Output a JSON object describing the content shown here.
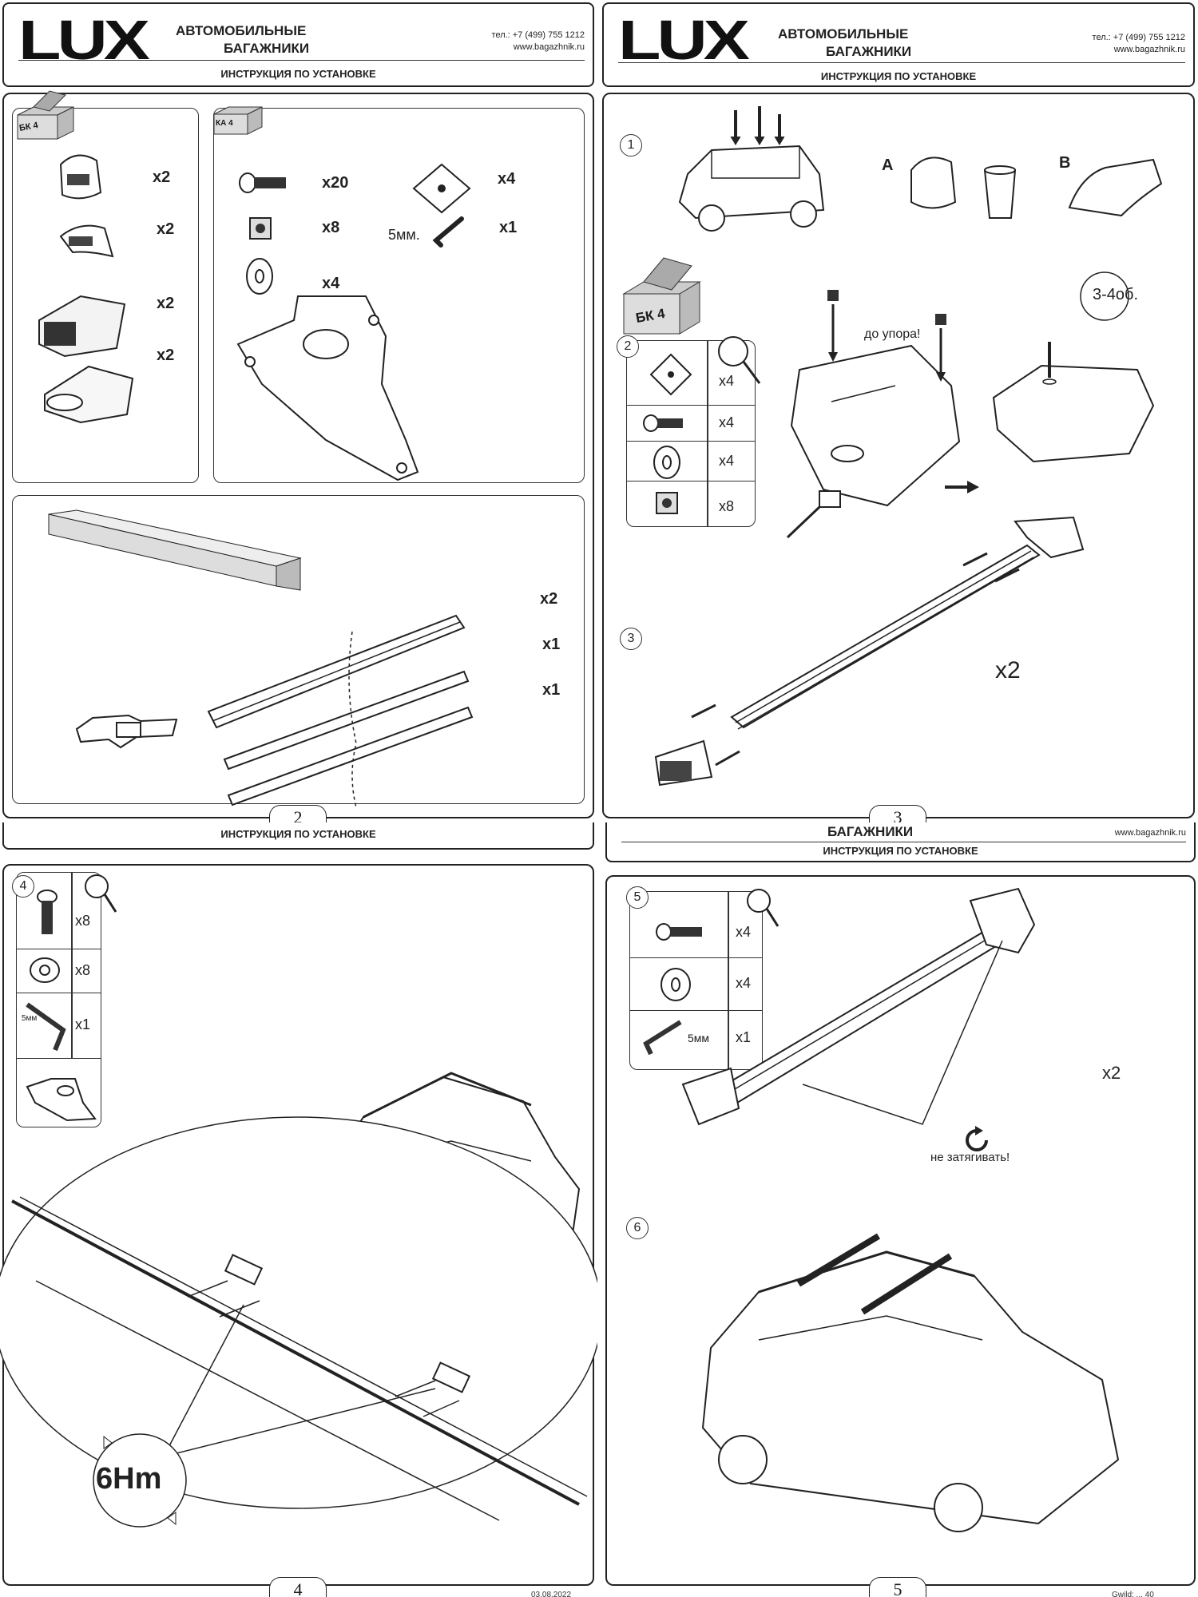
{
  "brand": {
    "name": "LUX",
    "tagline_1": "АВТОМОБИЛЬНЫЕ",
    "tagline_2": "БАГАЖНИКИ",
    "phone": "тел.: +7 (499) 755 1212",
    "site": "www.bagazhnik.ru",
    "doc_title": "ИНСТРУКЦИЯ ПО УСТАНОВКЕ"
  },
  "page2": {
    "page_number": "2",
    "box_bk": "БК 4",
    "box_ka": "КА 4",
    "parts_left": [
      "x2",
      "x2",
      "x2",
      "x2"
    ],
    "parts_right": {
      "bolt": "x20",
      "nut": "x8",
      "washer": "x4",
      "plate": "x4",
      "key_size": "5мм.",
      "key": "x1"
    },
    "profiles": [
      "x2",
      "x1",
      "x1"
    ]
  },
  "page3": {
    "page_number": "3",
    "step1": "1",
    "label_a": "A",
    "label_b": "B",
    "box": "БК 4",
    "step2": "2",
    "step2_qty": [
      "x4",
      "x4",
      "x4",
      "x8"
    ],
    "note_stop": "до упора!",
    "turns": "3-4",
    "turns_unit": "об.",
    "step3": "3",
    "step3_qty": "x2"
  },
  "page4": {
    "page_number": "4",
    "step4": "4",
    "qty": [
      "x8",
      "x8",
      "x1"
    ],
    "key_size": "5мм",
    "torque": "6Hm",
    "footer_date": "03.08.2022"
  },
  "page5": {
    "page_number": "5",
    "step5": "5",
    "qty": [
      "x4",
      "x4",
      "x1"
    ],
    "key_size": "5мм",
    "total": "x2",
    "warning": "не затягивать!",
    "step6": "6",
    "footer_code": "Gwild: ... 40"
  }
}
